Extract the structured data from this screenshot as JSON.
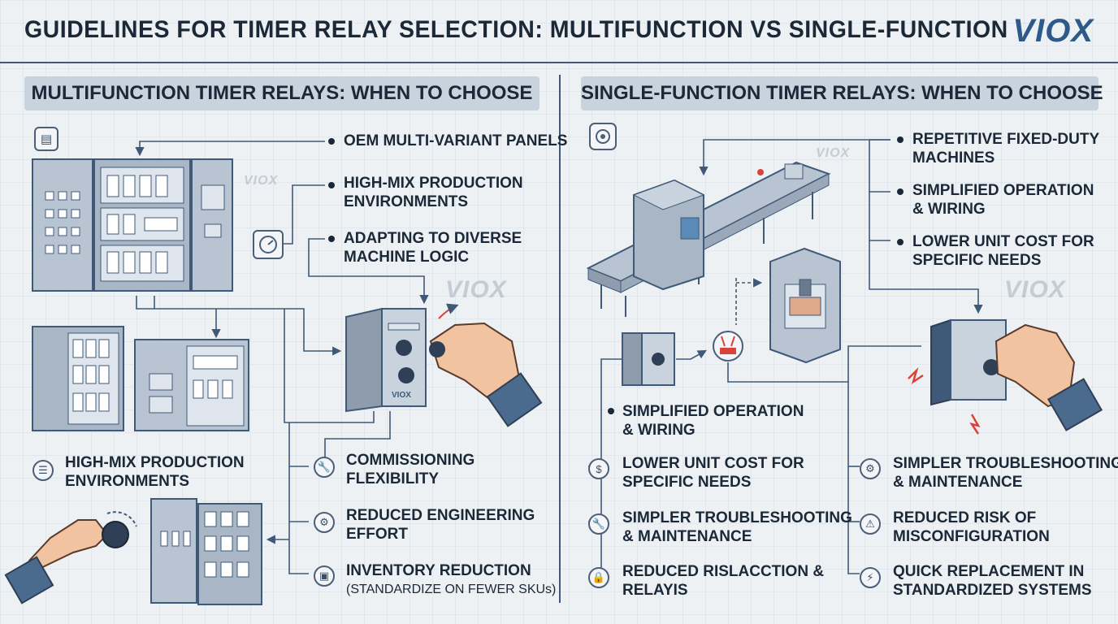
{
  "header": {
    "title": "GUIDELINES FOR TIMER RELAY SELECTION: MULTIFUNCTION VS SINGLE-FUNCTION",
    "logo": "VIOX"
  },
  "left": {
    "section_title": "MULTIFUNCTION TIMER RELAYS: WHEN TO CHOOSE",
    "top_items": [
      {
        "line1": "OEM MULTI-VARIANT PANELS",
        "line2": ""
      },
      {
        "line1": "HIGH-MIX PRODUCTION",
        "line2": "ENVIRONMENTS"
      },
      {
        "line1": "ADAPTING TO DIVERSE",
        "line2": "MACHINE LOGIC"
      }
    ],
    "bottom_left_label": {
      "line1": "HIGH-MIX PRODUCTION",
      "line2": "ENVIRONMENTS"
    },
    "bottom_items": [
      {
        "line1": "COMMISSIONING",
        "line2": "FLEXIBILITY",
        "icon": "wrench-icon"
      },
      {
        "line1": "REDUCED ENGINEERING",
        "line2": "EFFORT",
        "icon": "gear-icon"
      },
      {
        "line1": "INVENTORY REDUCTION",
        "line2": "(STANDARDIZE ON FEWER SKUs)",
        "icon": "box-icon"
      }
    ],
    "relay_brand": "VIOX"
  },
  "right": {
    "section_title": "SINGLE-FUNCTION TIMER RELAYS: WHEN TO CHOOSE",
    "top_items": [
      {
        "line1": "REPETITIVE FIXED-DUTY",
        "line2": "MACHINES"
      },
      {
        "line1": "SIMPLIFIED OPERATION",
        "line2": "& WIRING"
      },
      {
        "line1": "LOWER UNIT COST FOR",
        "line2": "SPECIFIC NEEDS"
      }
    ],
    "mid_left_items": [
      {
        "line1": "SIMPLIFIED OPERATION",
        "line2": "& WIRING",
        "icon": ""
      },
      {
        "line1": "LOWER UNIT COST FOR",
        "line2": "SPECIFIC NEEDS",
        "icon": "money-icon"
      },
      {
        "line1": "SIMPLER TROUBLESHOOTING",
        "line2": "& MAINTENANCE",
        "icon": "wrench-icon"
      },
      {
        "line1": "REDUCED RISLACCTION &",
        "line2": "RELAYIS",
        "icon": "lock-icon"
      }
    ],
    "mid_right_items": [
      {
        "line1": "SIMPLER TROUBLESHOOTING",
        "line2": "& MAINTENANCE",
        "icon": "gear-icon"
      },
      {
        "line1": "REDUCED RISK OF",
        "line2": "MISCONFIGURATION",
        "icon": "warning-icon"
      },
      {
        "line1": "QUICK REPLACEMENT IN",
        "line2": "STANDARDIZED SYSTEMS",
        "icon": "lightning-icon"
      }
    ]
  },
  "colors": {
    "background": "#eef1f4",
    "accent": "#2e5a8a",
    "section_bar": "#c9d3de",
    "line": "#3f5a78",
    "hand": "#f2c3a0",
    "sleeve": "#4a6a8e",
    "alert": "#d9433a"
  }
}
